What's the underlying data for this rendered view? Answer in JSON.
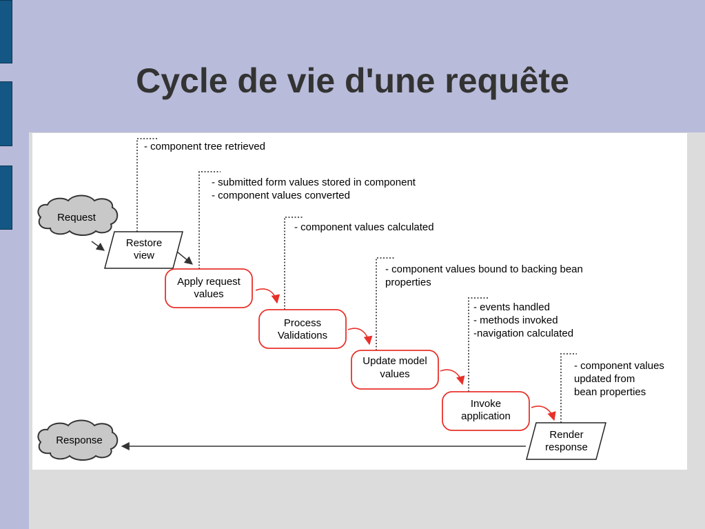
{
  "slide": {
    "title": "Cycle de vie d'une requête"
  },
  "diagram": {
    "start": "Request",
    "end": "Response",
    "phases": [
      {
        "label": [
          "Restore",
          "view"
        ],
        "notes": [
          "- component tree retrieved"
        ]
      },
      {
        "label": [
          "Apply request",
          "values"
        ],
        "notes": [
          "- submitted form values stored in component",
          "- component values converted"
        ]
      },
      {
        "label": [
          "Process",
          "Validations"
        ],
        "notes": [
          "- component values calculated"
        ]
      },
      {
        "label": [
          "Update model",
          "values"
        ],
        "notes": [
          "- component values bound to backing bean",
          "  properties"
        ]
      },
      {
        "label": [
          "Invoke",
          "application"
        ],
        "notes": [
          "- events handled",
          "- methods invoked",
          "-navigation calculated"
        ]
      },
      {
        "label": [
          "Render",
          "response"
        ],
        "notes": [
          "- component values",
          "updated from",
          "bean properties"
        ]
      }
    ],
    "colors": {
      "phase_border": "#e8302a",
      "arrow_red": "#e8302a",
      "cloud_fill": "#c8c8c8",
      "line": "#333333"
    }
  }
}
